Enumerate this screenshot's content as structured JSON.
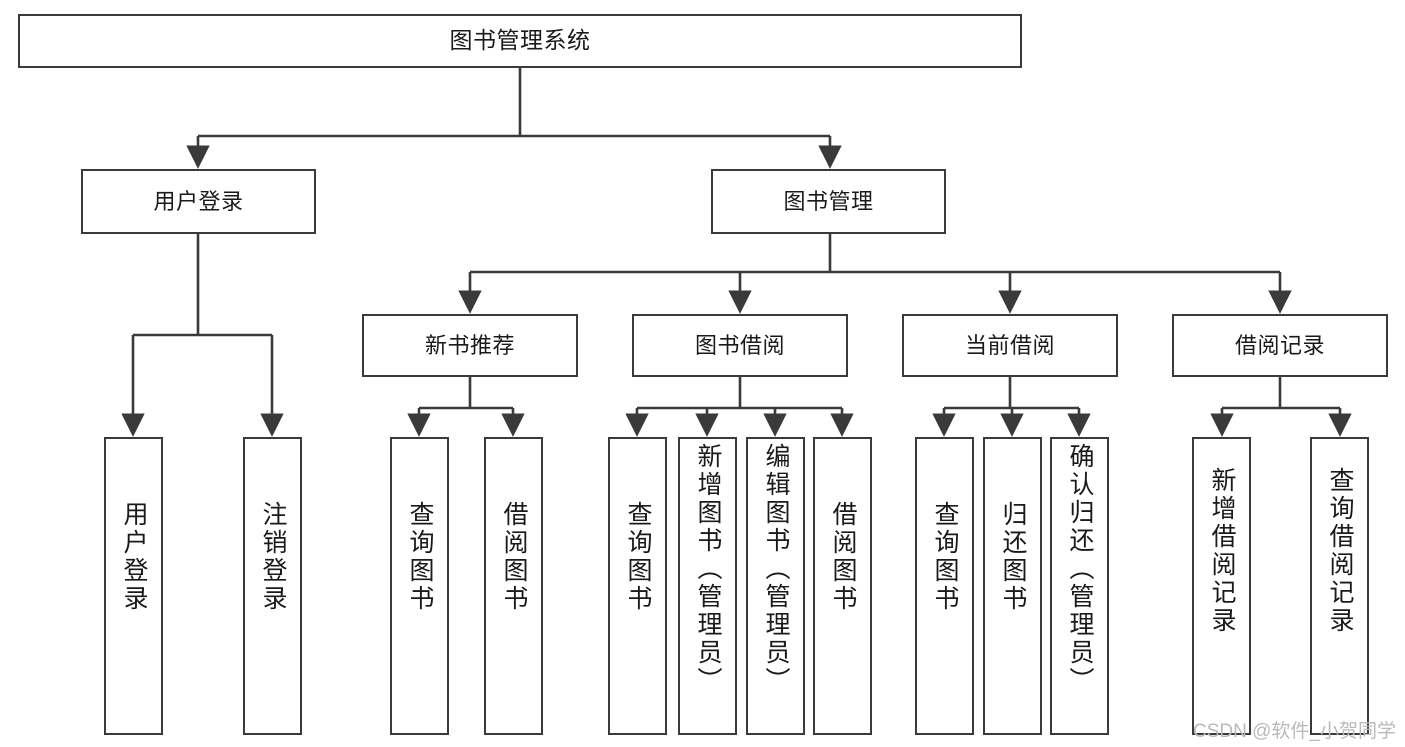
{
  "diagram": {
    "title": "图书管理系统",
    "type": "tree-hierarchy-diagram",
    "colors": {
      "stroke": "#3a3a3a",
      "fill": "#ffffff",
      "text": "#1a1a1a",
      "watermark": "#b9b9b9"
    },
    "nodes": {
      "root": {
        "label": "图书管理系统"
      },
      "level2": [
        {
          "id": "user-login",
          "label": "用户登录"
        },
        {
          "id": "book-management",
          "label": "图书管理"
        }
      ],
      "level3": [
        {
          "id": "new-book-recommend",
          "label": "新书推荐"
        },
        {
          "id": "book-borrow",
          "label": "图书借阅"
        },
        {
          "id": "current-borrow",
          "label": "当前借阅"
        },
        {
          "id": "borrow-record",
          "label": "借阅记录"
        }
      ],
      "leaves": {
        "user_login": [
          {
            "id": "leaf-user-login",
            "label": "用户登录"
          },
          {
            "id": "leaf-logout-login",
            "label": "注销登录"
          }
        ],
        "new_book_recommend": [
          {
            "id": "leaf-query-book-1",
            "label": "查询图书"
          },
          {
            "id": "leaf-borrow-book-1",
            "label": "借阅图书"
          }
        ],
        "book_borrow": [
          {
            "id": "leaf-query-book-2",
            "label": "查询图书"
          },
          {
            "id": "leaf-add-book",
            "label": "新增图书（管理员）"
          },
          {
            "id": "leaf-edit-book",
            "label": "编辑图书（管理员）"
          },
          {
            "id": "leaf-borrow-book-2",
            "label": "借阅图书"
          }
        ],
        "current_borrow": [
          {
            "id": "leaf-query-book-3",
            "label": "查询图书"
          },
          {
            "id": "leaf-return-book",
            "label": "归还图书"
          },
          {
            "id": "leaf-confirm-return",
            "label": "确认归还（管理员）"
          }
        ],
        "borrow_record": [
          {
            "id": "leaf-add-borrow-record",
            "label": "新增借阅记录"
          },
          {
            "id": "leaf-query-borrow-record",
            "label": "查询借阅记录"
          }
        ]
      }
    },
    "watermark": "CSDN @软件_小贺同学"
  }
}
